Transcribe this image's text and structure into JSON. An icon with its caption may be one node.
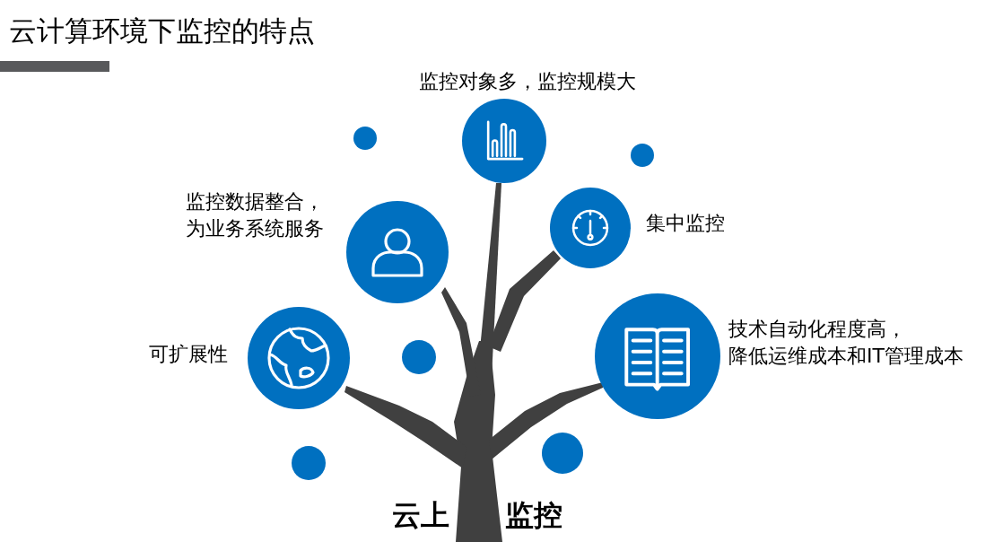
{
  "diagram": {
    "title": "云计算环境下监控的特点",
    "nodes": [
      {
        "text": [],
        "shape": "circle",
        "beside": [
          "监控对象多，监控规模大"
        ]
      },
      {
        "text": [],
        "shape": "circle",
        "beside": [
          "监控数据整合，为业务系统服务"
        ]
      },
      {
        "text": [],
        "shape": "circle",
        "beside": [
          "集中监控"
        ]
      },
      {
        "text": [],
        "shape": "circle",
        "beside": [
          "可扩展性"
        ]
      },
      {
        "text": [],
        "shape": "circle",
        "beside": [
          "技术自动化程度高，降低运维成本和IT管理成本"
        ]
      }
    ],
    "labels": [
      "云上",
      "监控"
    ]
  }
}
